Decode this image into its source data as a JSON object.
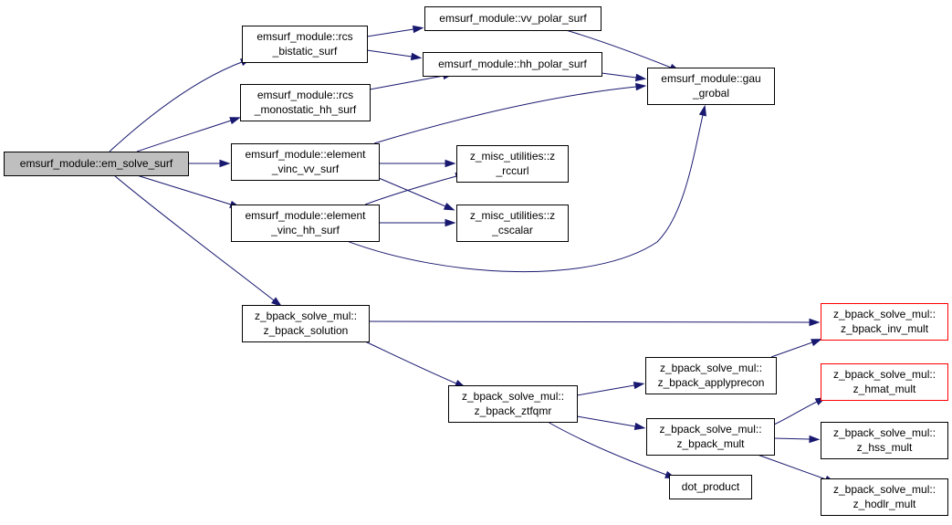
{
  "colors": {
    "edge": "#191970",
    "root_fill": "#bfbfbf",
    "node_border": "#000000",
    "truncated_border": "#ff0000"
  },
  "nodes": {
    "em_solve_surf": [
      "emsurf_module::em_solve_surf"
    ],
    "rcs_bistatic_surf": [
      "emsurf_module::rcs",
      "_bistatic_surf"
    ],
    "rcs_monostatic_hh_surf": [
      "emsurf_module::rcs",
      "_monostatic_hh_surf"
    ],
    "element_vinc_vv_surf": [
      "emsurf_module::element",
      "_vinc_vv_surf"
    ],
    "element_vinc_hh_surf": [
      "emsurf_module::element",
      "_vinc_hh_surf"
    ],
    "vv_polar_surf": [
      "emsurf_module::vv_polar_surf"
    ],
    "hh_polar_surf": [
      "emsurf_module::hh_polar_surf"
    ],
    "gau_grobal": [
      "emsurf_module::gau",
      "_grobal"
    ],
    "z_rccurl": [
      "z_misc_utilities::z",
      "_rccurl"
    ],
    "z_cscalar": [
      "z_misc_utilities::z",
      "_cscalar"
    ],
    "z_bpack_solution": [
      "z_bpack_solve_mul::",
      "z_bpack_solution"
    ],
    "z_bpack_inv_mult": [
      "z_bpack_solve_mul::",
      "z_bpack_inv_mult"
    ],
    "z_bpack_applyprecon": [
      "z_bpack_solve_mul::",
      "z_bpack_applyprecon"
    ],
    "z_bpack_ztfqmr": [
      "z_bpack_solve_mul::",
      "z_bpack_ztfqmr"
    ],
    "z_hmat_mult": [
      "z_bpack_solve_mul::",
      "z_hmat_mult"
    ],
    "z_bpack_mult": [
      "z_bpack_solve_mul::",
      "z_bpack_mult"
    ],
    "z_hss_mult": [
      "z_bpack_solve_mul::",
      "z_hss_mult"
    ],
    "dot_product": [
      "dot_product"
    ],
    "z_hodlr_mult": [
      "z_bpack_solve_mul::",
      "z_hodlr_mult"
    ]
  }
}
